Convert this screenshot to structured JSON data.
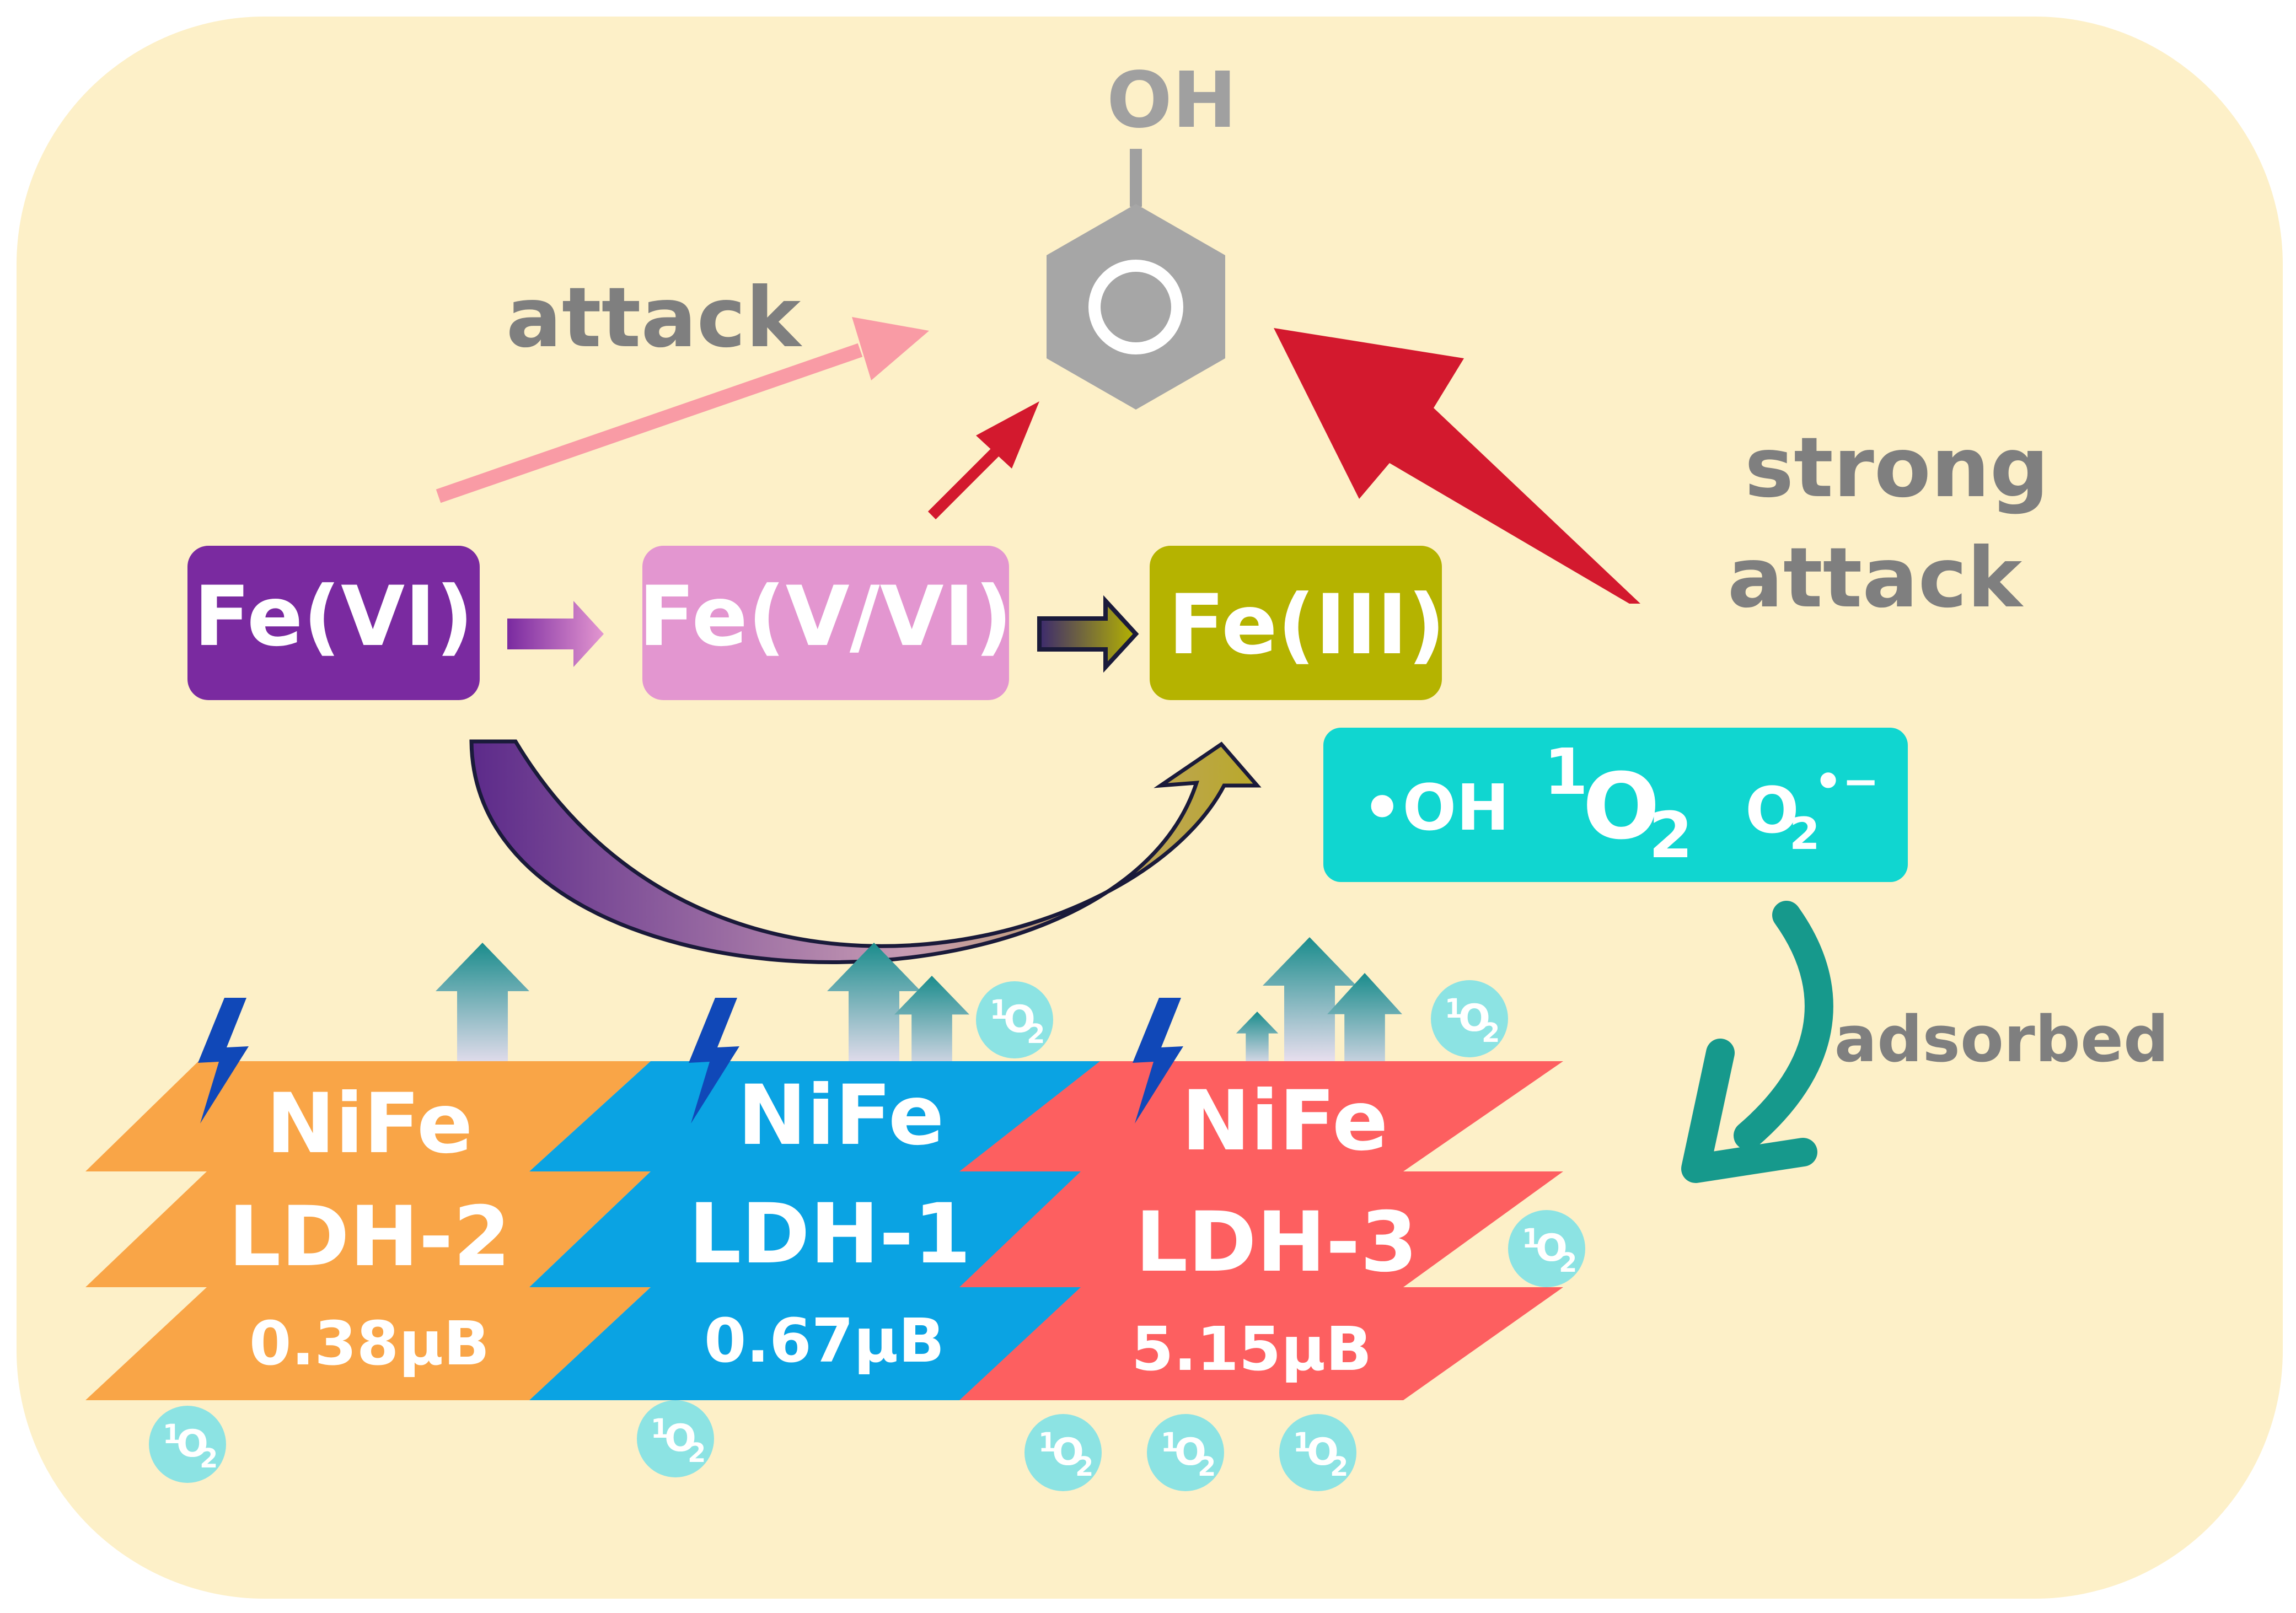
{
  "molecule": {
    "label": "OH"
  },
  "labels": {
    "attack": "attack",
    "strong_line1": "strong",
    "strong_line2": "attack",
    "adsorbed": "adsorbed"
  },
  "iron_species": [
    {
      "label": "Fe(VI)",
      "color": "#7a2aa0"
    },
    {
      "label": "Fe(V/VI)",
      "color": "#e396d0"
    },
    {
      "label": "Fe(III)",
      "color": "#b5b300"
    }
  ],
  "ros": {
    "oh": "•OH",
    "singlet_sup": "1",
    "singlet_base": "O",
    "singlet_sub": "2",
    "superoxide_base": "O",
    "superoxide_sub": "2",
    "superoxide_sup": "•−",
    "color": "#10d6d0"
  },
  "ldh_blocks": [
    {
      "line1": "NiFe",
      "line2": "LDH-2",
      "moment": "0.38μB",
      "color": "#f9a547"
    },
    {
      "line1": "NiFe",
      "line2": "LDH-1",
      "moment": "0.67μB",
      "color": "#0aa3e3"
    },
    {
      "line1": "NiFe",
      "line2": "LDH-3",
      "moment": "5.15μB",
      "color": "#fd5f60"
    }
  ],
  "singlet_badge": {
    "sup": "1",
    "base": "O",
    "sub": "2"
  },
  "colors": {
    "background": "#fdf0c8",
    "attack_arrow": "#f99ba5",
    "strong_arrow": "#d3192e",
    "adsorbed_arrow": "#16998c",
    "badge": "#8ce3e3",
    "bolt": "#1048b8",
    "upward_arrow": "#1a8c8c"
  },
  "icons": [
    "lightning-bolt-icon",
    "upward-arrow-icon",
    "phenol-molecule-icon"
  ]
}
